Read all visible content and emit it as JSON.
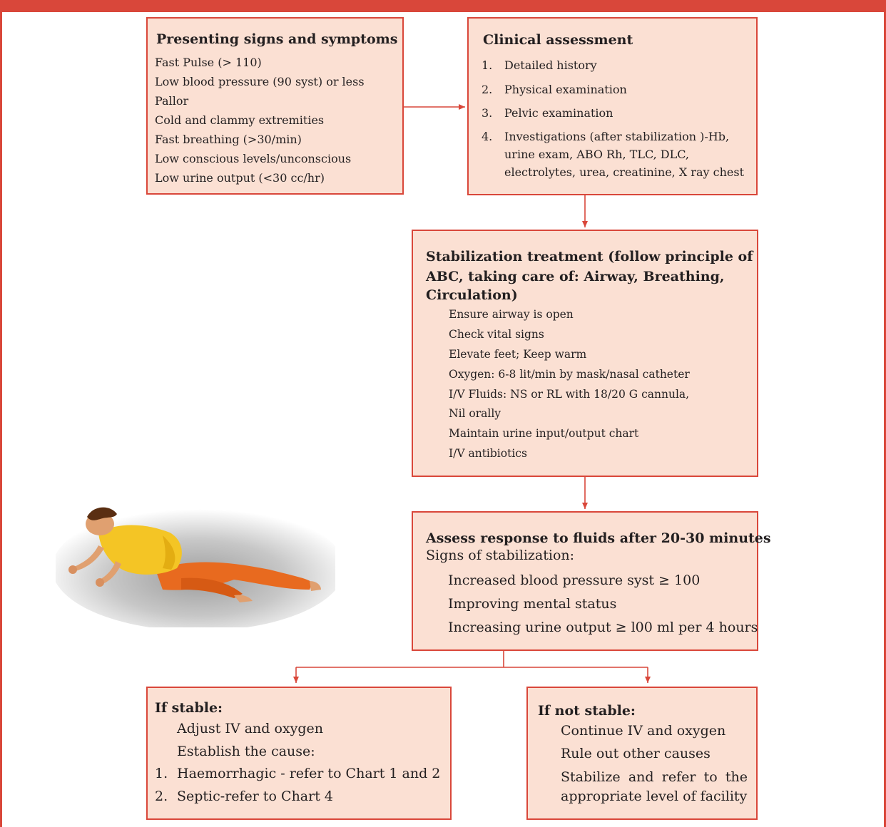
{
  "presenting": {
    "title": "Presenting signs and symptoms",
    "items": [
      "Fast Pulse (> 110)",
      "Low blood pressure (90 syst) or less",
      "Pallor",
      "Cold and clammy extremities",
      "Fast breathing (>30/min)",
      "Low conscious levels/unconscious",
      "Low urine output (<30 cc/hr)"
    ]
  },
  "clinical": {
    "title": "Clinical assessment",
    "items": [
      {
        "num": "1.",
        "lines": [
          "Detailed history"
        ]
      },
      {
        "num": "2.",
        "lines": [
          "Physical examination"
        ]
      },
      {
        "num": "3.",
        "lines": [
          "Pelvic examination"
        ]
      },
      {
        "num": "4.",
        "lines": [
          "Investigations (after stabilization )-Hb,",
          "urine exam, ABO Rh, TLC, DLC,",
          "electrolytes, urea, creatinine, X ray chest"
        ]
      }
    ]
  },
  "stabilization": {
    "title_lines": [
      "Stabilization treatment (follow principle of",
      "ABC, taking care of: Airway, Breathing,",
      "Circulation)"
    ],
    "items": [
      "Ensure airway is open",
      "Check vital signs",
      "Elevate feet;  Keep warm",
      "Oxygen: 6-8 lit/min by mask/nasal catheter",
      "I/V Fluids: NS or RL with 18/20 G cannula,",
      "Nil orally",
      "Maintain urine input/output chart",
      "I/V antibiotics"
    ]
  },
  "assess": {
    "title": "Assess response to fluids after 20-30 minutes",
    "subtitle": "Signs of stabilization:",
    "items": [
      "Increased blood pressure syst ≥ 100",
      "Improving mental status",
      "Increasing urine output ≥ l00 ml per 4 hours"
    ]
  },
  "stable": {
    "title": "If stable:",
    "items": [
      "Adjust IV and oxygen",
      "Establish the cause:"
    ],
    "causes": [
      {
        "num": "1.",
        "text": "Haemorrhagic - refer to Chart 1 and 2"
      },
      {
        "num": "2.",
        "text": "Septic-refer to Chart 4"
      }
    ]
  },
  "not_stable": {
    "title": "If not stable:",
    "items": [
      "Continue IV and oxygen",
      "Rule out other causes"
    ],
    "last_lines": [
      "Stabilize and refer to the",
      "appropriate level of facility"
    ]
  },
  "colors": {
    "accent": "#d9473a",
    "box_fill": "#fbe0d3",
    "text": "#231f20"
  }
}
